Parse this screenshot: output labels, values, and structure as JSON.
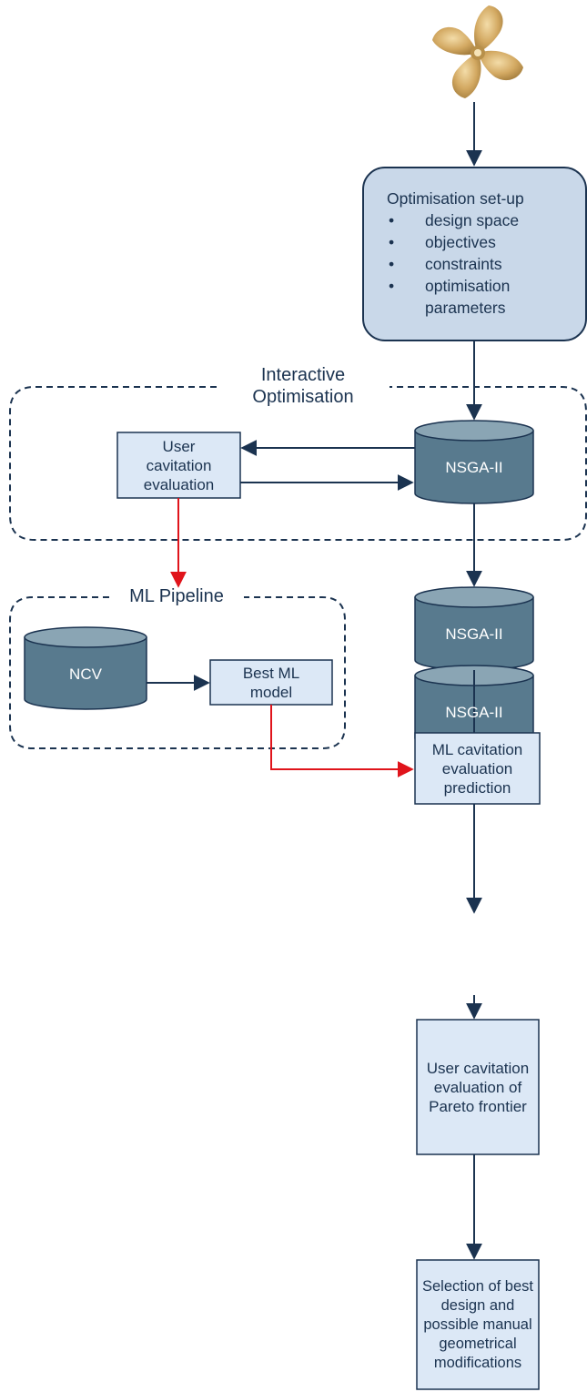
{
  "setup": {
    "title": "Optimisation set-up",
    "items": [
      "design space",
      "objectives",
      "constraints",
      "optimisation parameters"
    ]
  },
  "groups": {
    "interactive_label": "Interactive Optimisation",
    "ml_label": "ML Pipeline"
  },
  "nodes": {
    "nsga_1": "NSGA-II",
    "nsga_2": "NSGA-II",
    "nsga_3": "NSGA-II",
    "ncv": "NCV",
    "user_eval": "User cavitation evaluation",
    "best_ml": "Best ML model",
    "ml_pred": "ML cavitation evaluation prediction",
    "user_pareto": "User cavitation evaluation of Pareto frontier",
    "selection": "Selection of best design and possible manual geometrical modifications"
  },
  "colors": {
    "dark_blue": "#1b3350",
    "db_fill": "#587a8e",
    "db_top": "#8aa5b4",
    "box_fill": "#dce8f6",
    "setup_fill": "#c9d8e9",
    "red": "#e0141b",
    "propeller": "#d6ae6a"
  },
  "icons": {
    "propeller": "propeller-icon"
  }
}
